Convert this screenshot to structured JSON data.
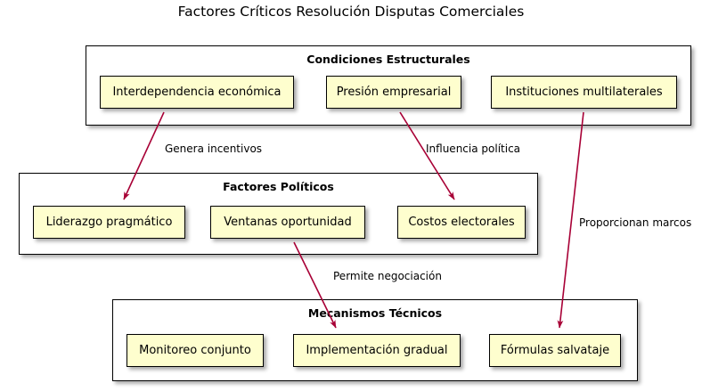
{
  "diagram": {
    "title": "Factores Críticos Resolución Disputas Comerciales",
    "colors": {
      "node_fill": "#FEFECE",
      "node_border": "#000000",
      "group_fill": "#FFFFFF",
      "group_border": "#000000",
      "arrow": "#A80036",
      "text": "#000000",
      "background": "#FFFFFF"
    }
  },
  "groups": [
    {
      "id": "condiciones-estructurales",
      "title": "Condiciones Estructurales",
      "nodes": [
        {
          "id": "interdependencia-economica",
          "label": "Interdependencia económica"
        },
        {
          "id": "presion-empresarial",
          "label": "Presión empresarial"
        },
        {
          "id": "instituciones-multilaterales",
          "label": "Instituciones multilaterales"
        }
      ]
    },
    {
      "id": "factores-politicos",
      "title": "Factores Políticos",
      "nodes": [
        {
          "id": "liderazgo-pragmatico",
          "label": "Liderazgo pragmático"
        },
        {
          "id": "ventanas-oportunidad",
          "label": "Ventanas oportunidad"
        },
        {
          "id": "costos-electorales",
          "label": "Costos electorales"
        }
      ]
    },
    {
      "id": "mecanismos-tecnicos",
      "title": "Mecanismos Técnicos",
      "nodes": [
        {
          "id": "monitoreo-conjunto",
          "label": "Monitoreo conjunto"
        },
        {
          "id": "implementacion-gradual",
          "label": "Implementación gradual"
        },
        {
          "id": "formulas-salvataje",
          "label": "Fórmulas salvataje"
        }
      ]
    }
  ],
  "edges": [
    {
      "id": "edge-genera-incentivos",
      "label": "Genera incentivos",
      "from": "interdependencia-economica",
      "to": "liderazgo-pragmatico"
    },
    {
      "id": "edge-influencia-politica",
      "label": "Influencia política",
      "from": "presion-empresarial",
      "to": "costos-electorales"
    },
    {
      "id": "edge-proporcionan-marcos",
      "label": "Proporcionan marcos",
      "from": "instituciones-multilaterales",
      "to": "formulas-salvataje"
    },
    {
      "id": "edge-permite-negociacion",
      "label": "Permite negociación",
      "from": "ventanas-oportunidad",
      "to": "implementacion-gradual"
    }
  ]
}
